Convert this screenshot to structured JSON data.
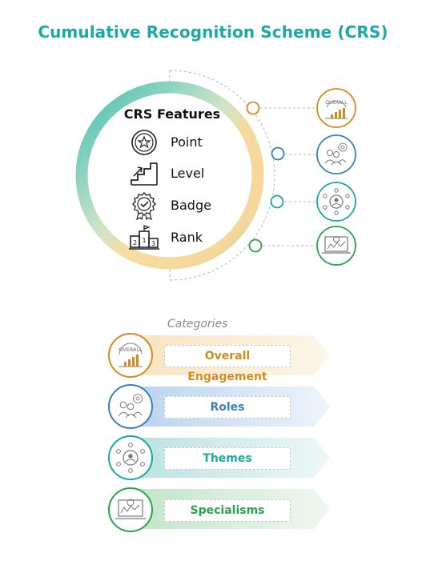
{
  "title": "Cumulative Recognition Scheme (CRS)",
  "features": {
    "heading": "CRS Features",
    "items": [
      {
        "label": "Point",
        "icon": "star-medal-icon"
      },
      {
        "label": "Level",
        "icon": "stairs-up-icon"
      },
      {
        "label": "Badge",
        "icon": "badge-rosette-icon"
      },
      {
        "label": "Rank",
        "icon": "podium-icon"
      }
    ]
  },
  "right_icons": [
    {
      "icon": "overall-chart-icon",
      "text": "OVERALL",
      "color": "#d38a1e"
    },
    {
      "icon": "team-gear-icon",
      "color": "#3a7fc4"
    },
    {
      "icon": "network-person-icon",
      "color": "#1aa9a5"
    },
    {
      "icon": "monitor-chart-icon",
      "color": "#2aa44a"
    }
  ],
  "categories": {
    "heading": "Categories",
    "items": [
      {
        "label": "Overall Engagement",
        "color": "#d38a1e",
        "fill": "#fbedd6",
        "icon": "overall-chart-icon",
        "text": "OVERALL"
      },
      {
        "label": "Roles",
        "color": "#3a7fc4",
        "fill": "#cfe0f3",
        "icon": "team-gear-icon"
      },
      {
        "label": "Themes",
        "color": "#1aa9a5",
        "fill": "#cdebea",
        "icon": "network-person-icon"
      },
      {
        "label": "Specialisms",
        "color": "#2aa44a",
        "fill": "#d3ecd6",
        "icon": "monitor-chart-icon"
      }
    ]
  },
  "colors": {
    "title": "#1aa9a5",
    "ring_gradient": [
      "#1aa9a5",
      "#f6d99a",
      "#f7dfa7",
      "#4fbf8a"
    ],
    "connector": "#b5b5b5"
  }
}
